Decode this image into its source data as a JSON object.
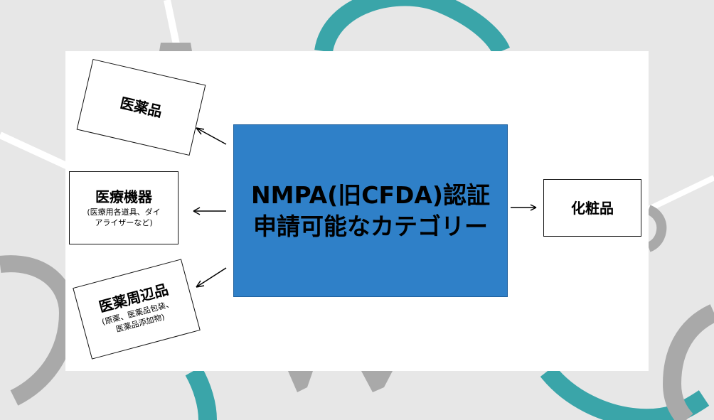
{
  "center": {
    "line1": "NMPA(旧CFDA)認証",
    "line2": "申請可能なカテゴリー"
  },
  "categories": {
    "drugs": {
      "title": "医薬品"
    },
    "devices": {
      "title": "医療機器",
      "sub1": "(医療用各道具、ダイ",
      "sub2": "アライザーなど)"
    },
    "related": {
      "title": "医薬周辺品",
      "sub1": "(原薬、医薬品包装、",
      "sub2": "医薬品添加物)"
    },
    "cosmetics": {
      "title": "化粧品"
    }
  },
  "colors": {
    "center_fill": "#2f80c8",
    "teal_decor": "#3aa5a9",
    "gray_decor": "#a9a9a9",
    "background": "#e7e7e7"
  }
}
